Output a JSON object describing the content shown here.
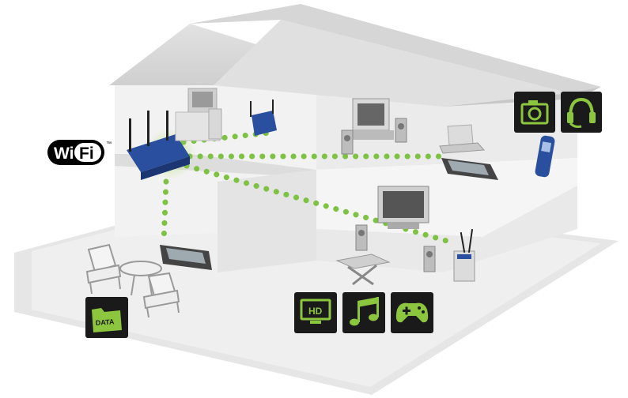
{
  "wifi_logo": {
    "text_left": "Wi",
    "text_right": "Fi",
    "trademark": "™"
  },
  "badges": {
    "camera": "camera-icon",
    "headset": "headset-icon",
    "hd": {
      "icon": "hd-screen-icon",
      "label": "HD"
    },
    "music": "music-note-icon",
    "gaming": "gamepad-icon",
    "data": {
      "icon": "data-folder-icon",
      "label": "DATA"
    }
  },
  "colors": {
    "accent_green": "#8cc63f",
    "link_dots": "#7dc242",
    "badge_bg": "#1a1a1a",
    "router_blue": "#2a4f9e",
    "house_wall": "#e9e9e9",
    "house_roof": "#d4d4d4"
  },
  "devices": [
    "wireless-router",
    "desktop-computer",
    "access-point",
    "television",
    "speaker",
    "laptop",
    "pc-card",
    "cordless-phone",
    "flat-screen-tv",
    "media-adapter",
    "patio-furniture"
  ]
}
